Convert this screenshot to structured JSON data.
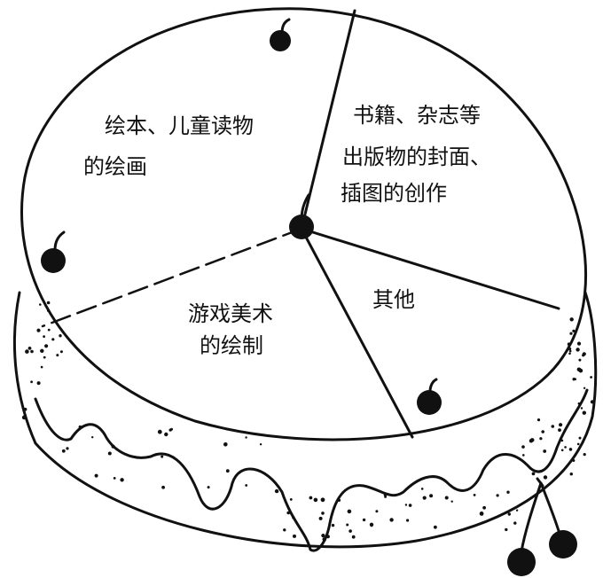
{
  "diagram": {
    "segments": [
      {
        "lines": [
          "绘本、儿童读物",
          "的绘画"
        ]
      },
      {
        "lines": [
          "书籍、杂志等",
          "出版物的封面、",
          "插图的创作"
        ]
      },
      {
        "lines": [
          "其他"
        ]
      },
      {
        "lines": [
          "游戏美术",
          "的绘制"
        ]
      }
    ]
  },
  "colors": {
    "ink": "#111111",
    "background": "#ffffff"
  }
}
